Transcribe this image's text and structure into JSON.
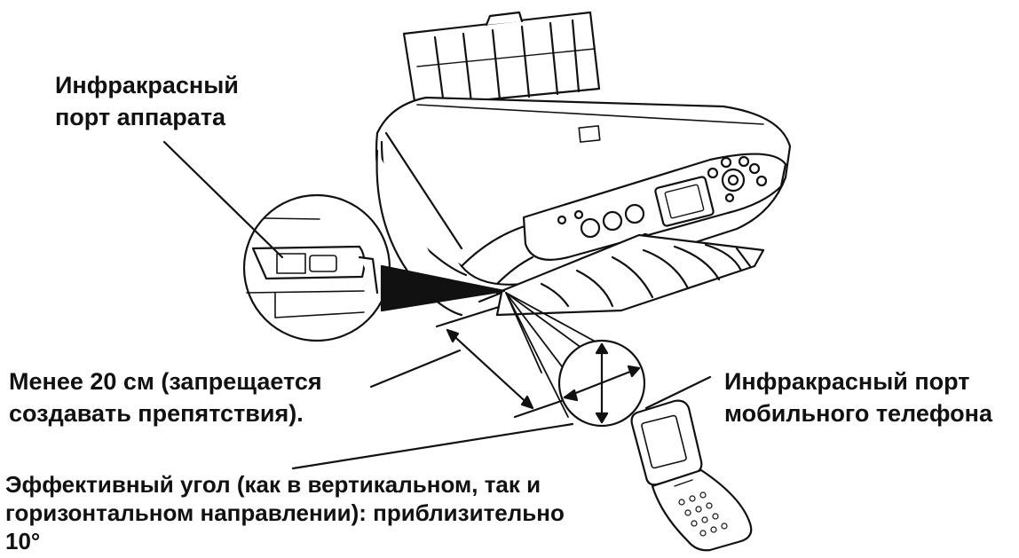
{
  "labels": {
    "device_ir_port": [
      "Инфракрасный",
      "порт аппарата"
    ],
    "distance": [
      "Менее 20 см (запрещается",
      "создавать препятствия)."
    ],
    "phone_ir_port": [
      "Инфракрасный порт",
      "мобильного телефона"
    ],
    "effective_angle": [
      "Эффективный угол (как в вертикальном, так и",
      "горизонтальном направлении): приблизительно",
      "10°"
    ]
  }
}
